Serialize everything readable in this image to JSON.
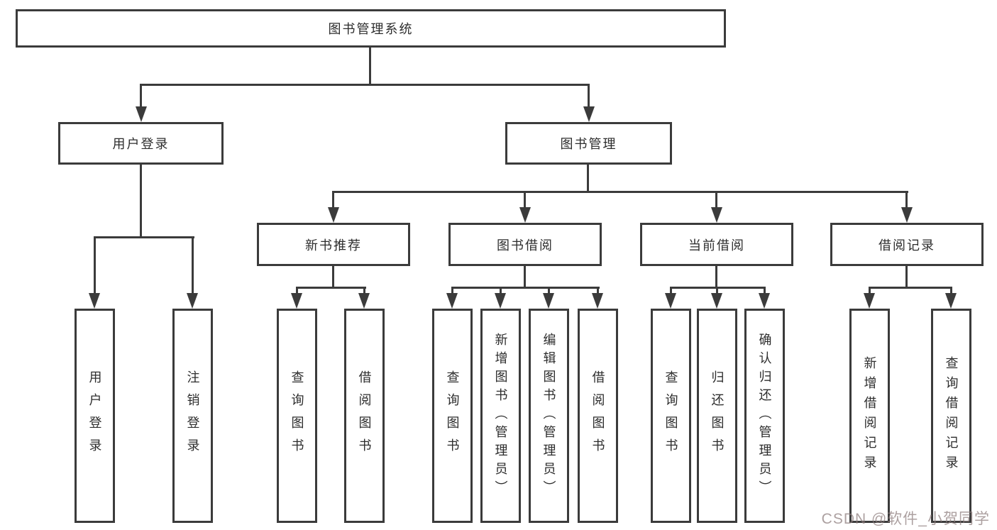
{
  "nodes": {
    "root": {
      "label": "图书管理系统"
    },
    "level2": [
      {
        "label": "用户登录"
      },
      {
        "label": "图书管理"
      }
    ],
    "level3": [
      {
        "label": "新书推荐",
        "parent": "图书管理"
      },
      {
        "label": "图书借阅",
        "parent": "图书管理"
      },
      {
        "label": "当前借阅",
        "parent": "图书管理"
      },
      {
        "label": "借阅记录",
        "parent": "图书管理"
      }
    ],
    "leaves": [
      {
        "label": "用户登录",
        "parent": "用户登录"
      },
      {
        "label": "注销登录",
        "parent": "用户登录"
      },
      {
        "label": "查询图书",
        "parent": "新书推荐"
      },
      {
        "label": "借阅图书",
        "parent": "新书推荐"
      },
      {
        "label": "查询图书",
        "parent": "图书借阅"
      },
      {
        "label": "新增图书（管理员）",
        "parent": "图书借阅"
      },
      {
        "label": "编辑图书（管理员）",
        "parent": "图书借阅"
      },
      {
        "label": "借阅图书",
        "parent": "图书借阅"
      },
      {
        "label": "查询图书",
        "parent": "当前借阅"
      },
      {
        "label": "归还图书",
        "parent": "当前借阅"
      },
      {
        "label": "确认归还（管理员）",
        "parent": "当前借阅"
      },
      {
        "label": "新增借阅记录",
        "parent": "借阅记录"
      },
      {
        "label": "查询借阅记录",
        "parent": "借阅记录"
      }
    ]
  },
  "watermark": {
    "text": "CSDN @软件_小贺同学"
  },
  "colors": {
    "line": "#3b3b3b",
    "text": "#2d2d2d",
    "background": "#ffffff"
  }
}
